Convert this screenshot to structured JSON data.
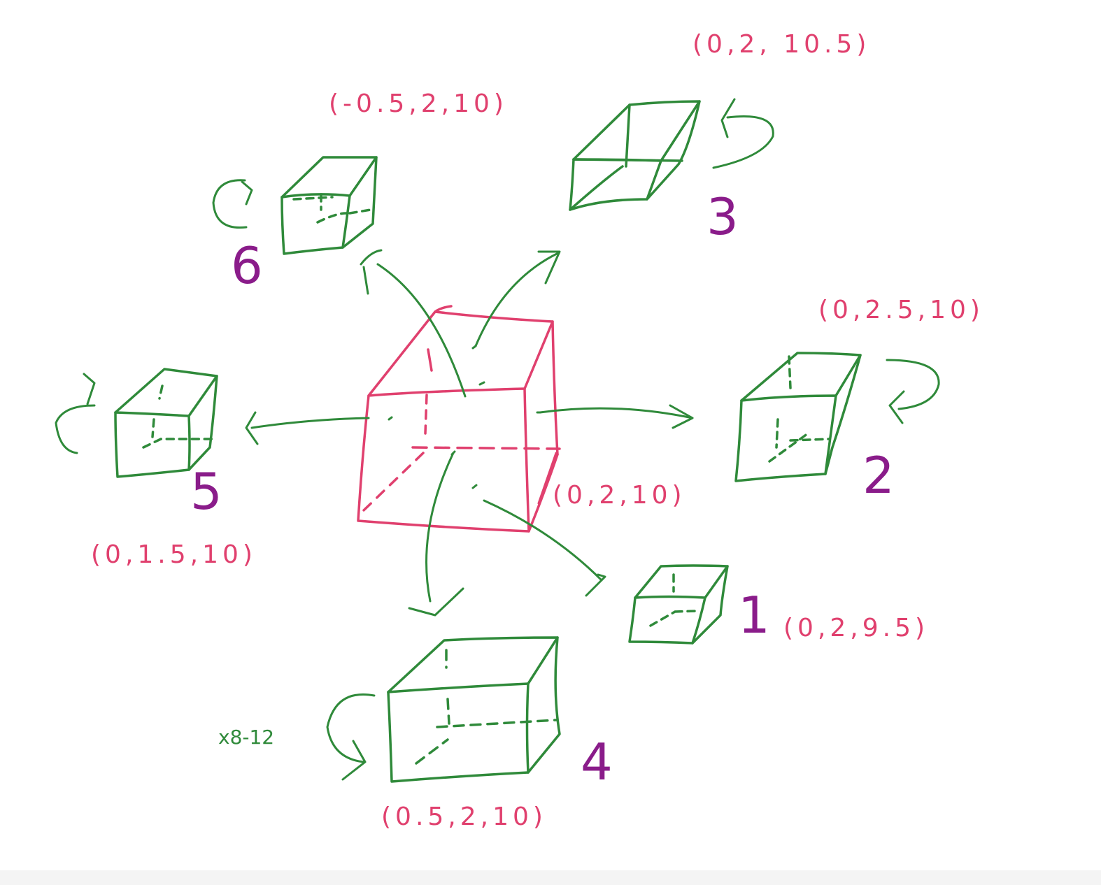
{
  "colors": {
    "center_cube": "#e0406e",
    "moved_cubes": "#2f8a3a",
    "number_labels": "#8a1c8a",
    "coord_labels": "#e0406e",
    "note": "#2f8a3a"
  },
  "center": {
    "coord": "(0,2,10)"
  },
  "cubes": [
    {
      "id": "1",
      "number": "1",
      "coord": "(0,2,9.5)"
    },
    {
      "id": "2",
      "number": "2",
      "coord": "(0,2.5,10)"
    },
    {
      "id": "3",
      "number": "3",
      "coord": "(0,2, 10.5)"
    },
    {
      "id": "4",
      "number": "4",
      "coord": "(0.5,2,10)"
    },
    {
      "id": "5",
      "number": "5",
      "coord": "(0,1.5,10)"
    },
    {
      "id": "6",
      "number": "6",
      "coord": "(-0.5,2,10)"
    }
  ],
  "note": "x8-12"
}
